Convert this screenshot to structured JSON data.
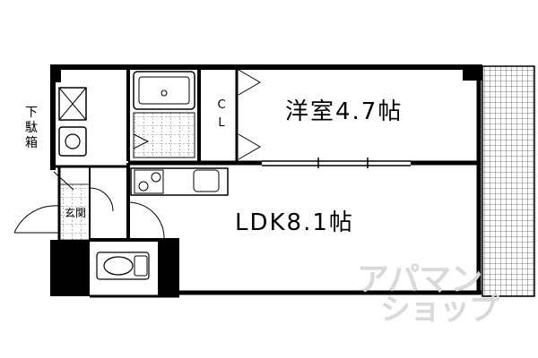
{
  "rooms": {
    "western_room": "洋室4.7帖",
    "ldk": "LDK8.1帖",
    "closet": "CL",
    "entrance": "玄関",
    "shoe_box": "下駄箱"
  },
  "watermark": {
    "line1": "アパマン",
    "line2": "ショップ"
  },
  "colors": {
    "wall": "#000000",
    "balcony_grid": "#555555",
    "watermark": "#d9d9d9"
  }
}
